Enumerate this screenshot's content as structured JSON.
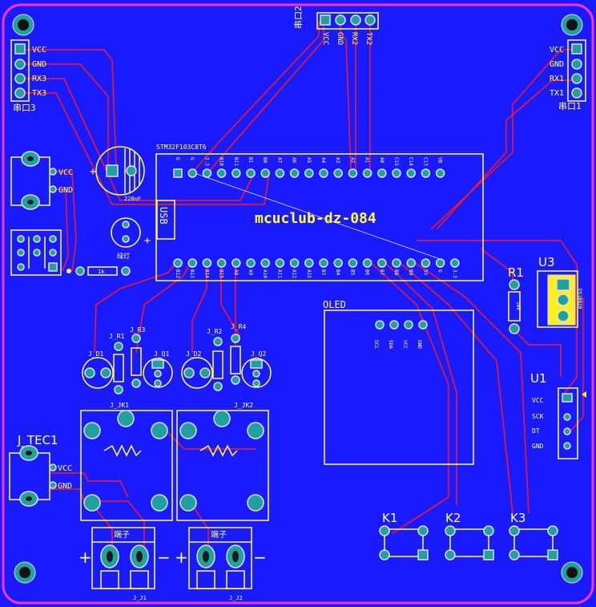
{
  "board": {
    "title": "mcuclub-dz-084",
    "mcu_label": "STM32F103C8T6",
    "colors": {
      "board": "#1a1aff",
      "outline": "#ff33cc",
      "silk": "#ffff44",
      "trace": "#ff1a1a",
      "pad": "#20a0a0"
    }
  },
  "headers": {
    "uart2": {
      "label": "串口2",
      "pins": [
        "VCC",
        "GND",
        "RX2",
        "TX2"
      ]
    },
    "uart3": {
      "label": "串口3",
      "pins": [
        "VCC",
        "GND",
        "RX3",
        "TX3"
      ]
    },
    "uart1": {
      "label": "串口1",
      "pins": [
        "VCC",
        "GND",
        "RX1",
        "TX1"
      ]
    }
  },
  "power": {
    "vcc": "VCC",
    "gnd": "GND",
    "cap": "220uF",
    "usb": "USB",
    "buzzer": "绿灯",
    "resistor": "1k"
  },
  "mcu_top_pins": [
    "G",
    "G",
    "3.3",
    "B10",
    "B11",
    "B1",
    "B0",
    "A7",
    "A6",
    "A5",
    "A4",
    "A3",
    "A2",
    "A1",
    "A0",
    "C15",
    "C14",
    "C13",
    "VB"
  ],
  "mcu_bottom_pins": [
    "B12",
    "B13",
    "B14",
    "B15",
    "A8",
    "A9",
    "A10",
    "A11",
    "A12",
    "A15",
    "B3",
    "B4",
    "B5",
    "B6",
    "B7",
    "B8",
    "B9",
    "5V",
    "G",
    "3.3"
  ],
  "oled": {
    "label": "OLED",
    "pins": [
      "SCL",
      "SDA",
      "VCC",
      "GND"
    ]
  },
  "r1": {
    "label": "R1",
    "value": "10k"
  },
  "u3": {
    "label": "U3",
    "part": "DS18B20"
  },
  "u1": {
    "label": "U1",
    "pins": [
      "VCC",
      "SCK",
      "DT",
      "GND"
    ]
  },
  "keys": [
    "K1",
    "K2",
    "K3"
  ],
  "tec": {
    "label": "J_TEC1",
    "pins": [
      "VCC",
      "GND"
    ]
  },
  "relays": {
    "left": {
      "r1": "J_R1",
      "r3": "J_R3",
      "d": "J_D1",
      "q": "J_Q1",
      "jk": "J_JK1",
      "terminal": "端子",
      "j": "J_J1"
    },
    "right": {
      "r2": "J_R2",
      "r4": "J_R4",
      "d": "J_D2",
      "q": "J_Q2",
      "jk": "J_JK2",
      "terminal": "端子",
      "j": "J_J2"
    }
  },
  "signs": {
    "plus": "+",
    "minus": "−"
  }
}
